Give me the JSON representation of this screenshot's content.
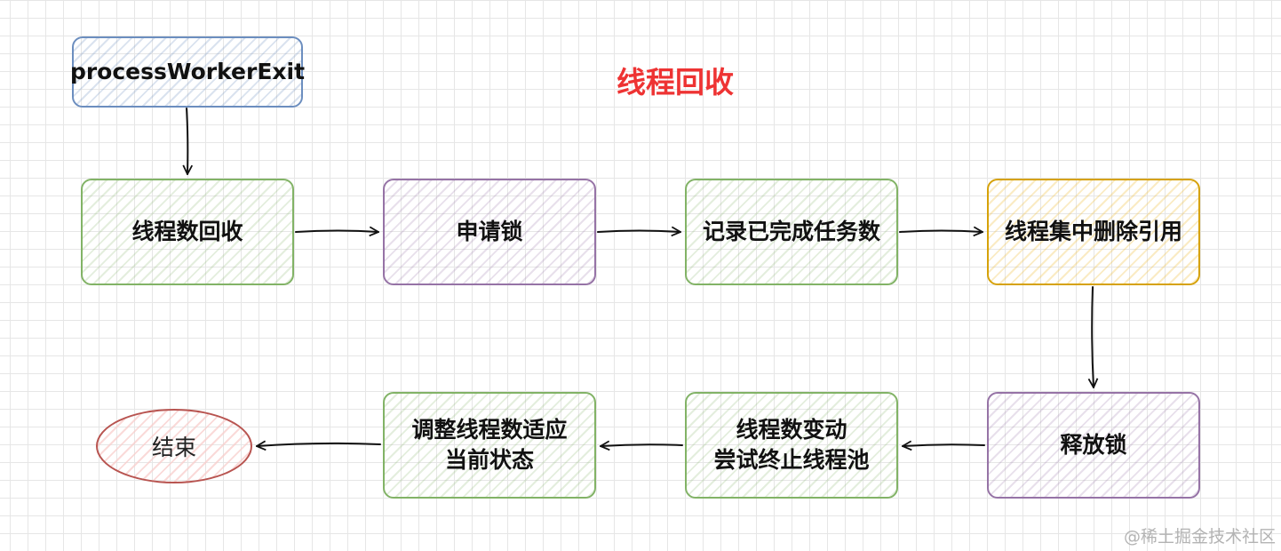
{
  "diagram": {
    "title": "线程回收",
    "title_color": "#ee3333",
    "nodes": {
      "start": "processWorkerExit",
      "worker_count_recycle": "线程数回收",
      "acquire_lock": "申请锁",
      "record_completed_tasks": "记录已完成任务数",
      "remove_reference": "线程集中删除引用",
      "release_lock": "释放锁",
      "try_terminate_line1": "线程数变动",
      "try_terminate_line2": "尝试终止线程池",
      "adjust_line1": "调整线程数适应",
      "adjust_line2": "当前状态",
      "end": "结束"
    },
    "colors": {
      "green": "#82b366",
      "purple": "#9673a6",
      "orange": "#d6a20a",
      "blue": "#6c8ebf",
      "red": "#b85450"
    }
  },
  "watermark": "@稀土掘金技术社区"
}
